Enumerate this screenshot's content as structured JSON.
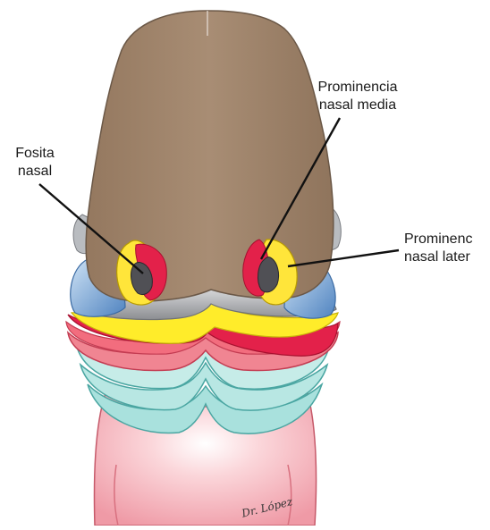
{
  "labels": {
    "fosita_nasal": {
      "line1": "Fosita",
      "line2": "nasal"
    },
    "prominencia_media": {
      "line1": "Prominencia",
      "line2": "nasal media"
    },
    "prominencia_lateral": {
      "line1": "Prominenc",
      "line2": "nasal later"
    }
  },
  "signature": "Dr. López",
  "colors": {
    "frontonasal": "#a58a71",
    "frontonasal_edge": "#6b5847",
    "red_tissue": "#e01f47",
    "yellow_tissue": "#ffec2a",
    "blue_tissue": "#5b8fc9",
    "grey_band": "#9a9ca0",
    "pink_arch": "#ee7f8a",
    "teal_arch": "#a7e0dc",
    "body_pink": "#f6b9c0"
  }
}
